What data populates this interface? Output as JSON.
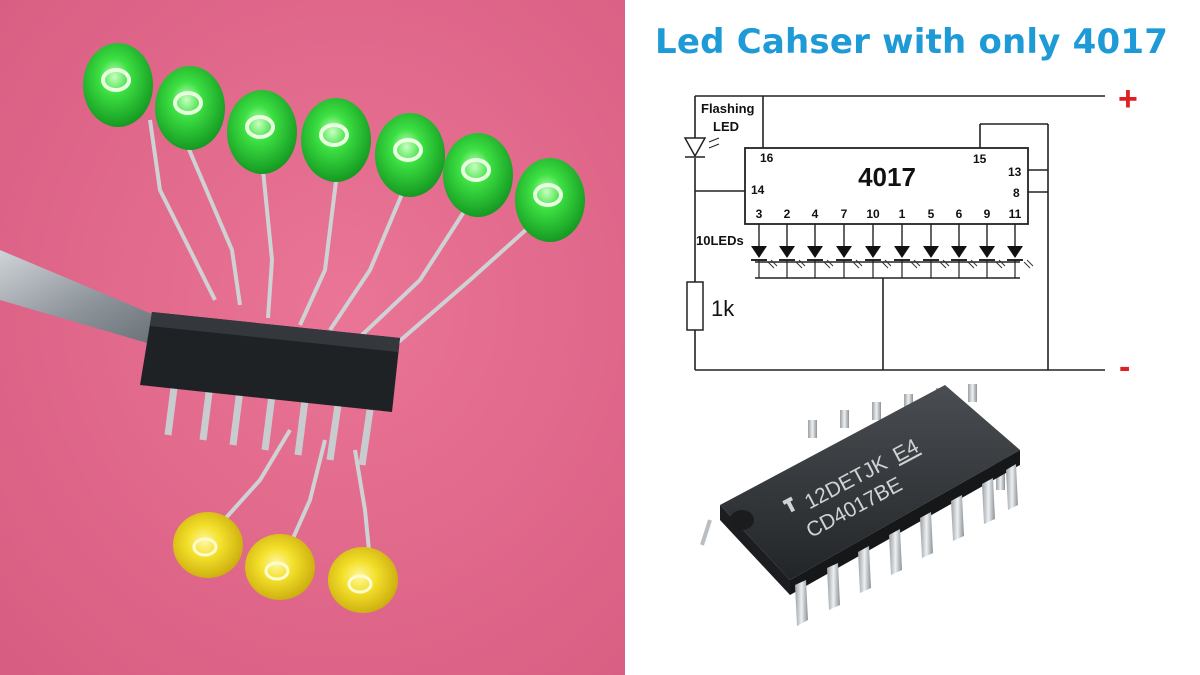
{
  "title": "Led Cahser with only 4017",
  "schematic": {
    "ic_label": "4017",
    "flashing_led_label_line1": "Flashing",
    "flashing_led_label_line2": "LED",
    "leds_label": "10LEDs",
    "resistor_label": "1k",
    "plus_label": "+",
    "minus_label": "-",
    "pins": {
      "p16": "16",
      "p15": "15",
      "p14": "14",
      "p13": "13",
      "p8": "8",
      "bottom": [
        "3",
        "2",
        "4",
        "7",
        "10",
        "1",
        "5",
        "6",
        "9",
        "11"
      ]
    },
    "colors": {
      "plus": "#e02020",
      "minus": "#e02020",
      "line": "#222222"
    }
  },
  "chip_photo": {
    "marking_line1": "12DETJK",
    "marking_suffix": "E4",
    "marking_line2": "CD4017BE"
  },
  "photo": {
    "colors": {
      "background": "#e0668a",
      "green_led": "#2fd13a",
      "yellow_led": "#f0dc1c"
    }
  }
}
